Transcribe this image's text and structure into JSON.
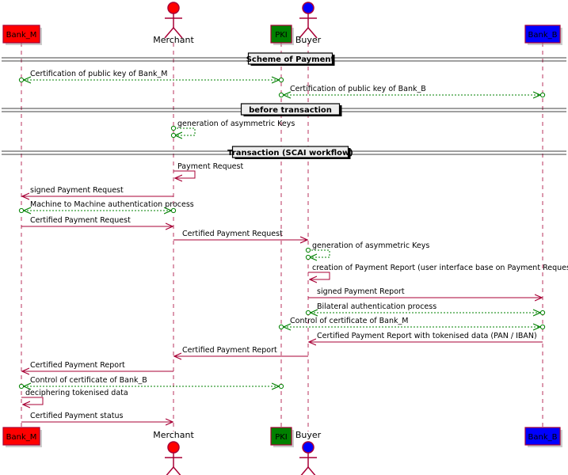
{
  "colors": {
    "bank_m": "#FF0000",
    "pki": "#008000",
    "buyer": "#0000FF",
    "bank_b": "#0000FF",
    "actor_stroke": "#A80036",
    "message": "#A80036",
    "dotted": "#008000",
    "lifeline": "#A80036"
  },
  "participants": [
    {
      "id": "bank_m",
      "label": "Bank_M",
      "kind": "box",
      "fill": "#FF0000",
      "textColor": "#000000"
    },
    {
      "id": "merchant",
      "label": "Merchant",
      "kind": "actor",
      "fill": "#FF0000"
    },
    {
      "id": "pki",
      "label": "PKI",
      "kind": "box",
      "fill": "#008000",
      "textColor": "#000000"
    },
    {
      "id": "buyer",
      "label": "Buyer",
      "kind": "actor",
      "fill": "#0000FF"
    },
    {
      "id": "bank_b",
      "label": "Bank_B",
      "kind": "box",
      "fill": "#0000FF",
      "textColor": "#000000"
    }
  ],
  "dividers": [
    {
      "label": "Scheme of Payment"
    },
    {
      "label": "before transaction"
    },
    {
      "label": "Transaction (SCAI workflow)"
    }
  ],
  "messages": [
    {
      "from": "bank_m",
      "to": "pki",
      "label": "Certification of public key of Bank_M",
      "style": "dotted-bi"
    },
    {
      "from": "pki",
      "to": "bank_b",
      "label": "Certification of public key of Bank_B",
      "style": "dotted-bi"
    },
    {
      "from": "merchant",
      "to": "merchant",
      "label": "generation of asymmetric Keys",
      "style": "dotted-self"
    },
    {
      "from": "merchant",
      "to": "merchant",
      "label": "Payment Request",
      "style": "solid-self"
    },
    {
      "from": "merchant",
      "to": "bank_m",
      "label": "signed Payment Request",
      "style": "solid"
    },
    {
      "from": "bank_m",
      "to": "merchant",
      "label": "Machine to Machine authentication process",
      "style": "dotted-bi"
    },
    {
      "from": "bank_m",
      "to": "merchant",
      "label": "Certified Payment Request",
      "style": "solid"
    },
    {
      "from": "merchant",
      "to": "buyer",
      "label": "Certified Payment Request",
      "style": "solid"
    },
    {
      "from": "buyer",
      "to": "buyer",
      "label": "generation of asymmetric Keys",
      "style": "dotted-self"
    },
    {
      "from": "buyer",
      "to": "buyer",
      "label": "creation of Payment Report (user interface base on Payment Request)",
      "style": "solid-self"
    },
    {
      "from": "buyer",
      "to": "bank_b",
      "label": "signed Payment Report",
      "style": "solid"
    },
    {
      "from": "buyer",
      "to": "bank_b",
      "label": "Bilateral authentication process",
      "style": "dotted-bi"
    },
    {
      "from": "pki",
      "to": "bank_b",
      "label": "Control of certificate of Bank_M",
      "style": "dotted-bi"
    },
    {
      "from": "bank_b",
      "to": "buyer",
      "label": "Certified Payment Report with tokenised data (PAN / IBAN)",
      "style": "solid"
    },
    {
      "from": "buyer",
      "to": "merchant",
      "label": "Certified Payment Report",
      "style": "solid"
    },
    {
      "from": "merchant",
      "to": "bank_m",
      "label": "Certified Payment Report",
      "style": "solid"
    },
    {
      "from": "bank_m",
      "to": "pki",
      "label": "Control of certificate of Bank_B",
      "style": "dotted-bi"
    },
    {
      "from": "bank_m",
      "to": "bank_m",
      "label": "deciphering tokenised data",
      "style": "solid-self"
    },
    {
      "from": "bank_m",
      "to": "merchant",
      "label": "Certified Payment status",
      "style": "solid"
    }
  ]
}
